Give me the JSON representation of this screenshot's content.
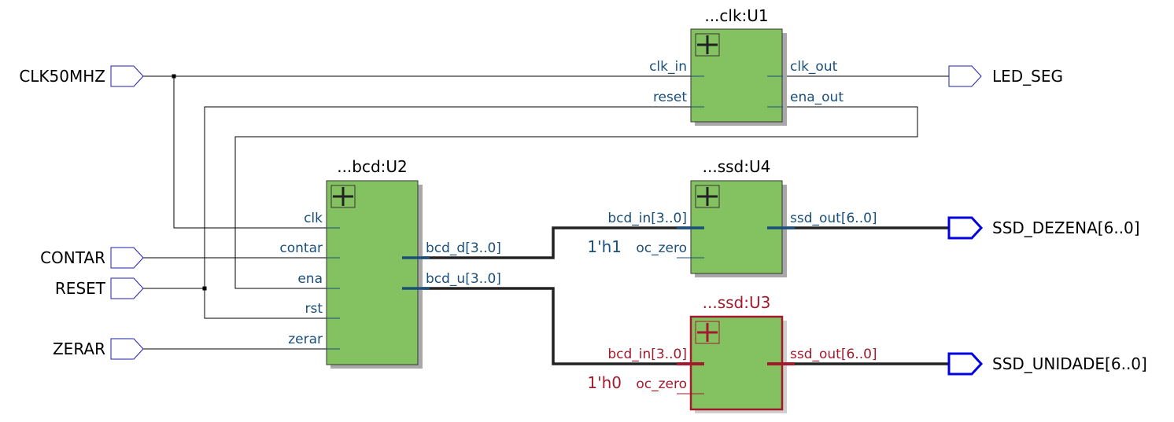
{
  "inputs": {
    "clk": "CLK50MHZ",
    "contar": "CONTAR",
    "reset": "RESET",
    "zerar": "ZERAR"
  },
  "outputs": {
    "led": "LED_SEG",
    "dezena": "SSD_DEZENA[6..0]",
    "unidade": "SSD_UNIDADE[6..0]"
  },
  "blocks": {
    "u1": {
      "title": "...clk:U1",
      "ports": {
        "clk_in": "clk_in",
        "reset": "reset",
        "clk_out": "clk_out",
        "ena_out": "ena_out"
      }
    },
    "u2": {
      "title": "...bcd:U2",
      "ports": {
        "clk": "clk",
        "contar": "contar",
        "ena": "ena",
        "rst": "rst",
        "zerar": "zerar",
        "bcd_d": "bcd_d[3..0]",
        "bcd_u": "bcd_u[3..0]"
      }
    },
    "u4": {
      "title": "...ssd:U4",
      "ports": {
        "bcd_in": "bcd_in[3..0]",
        "oc_zero": "oc_zero",
        "ssd_out": "ssd_out[6..0]"
      },
      "const": "1'h1"
    },
    "u3": {
      "title": "...ssd:U3",
      "ports": {
        "bcd_in": "bcd_in[3..0]",
        "oc_zero": "oc_zero",
        "ssd_out": "ssd_out[6..0]"
      },
      "const": "1'h0"
    }
  },
  "colors": {
    "block_fill": "#84c261",
    "port_text": "#1a4f7a",
    "selected": "#a21a2c",
    "bus_pin": "#0000e0"
  },
  "icons": [
    "expand-plus-icon"
  ]
}
